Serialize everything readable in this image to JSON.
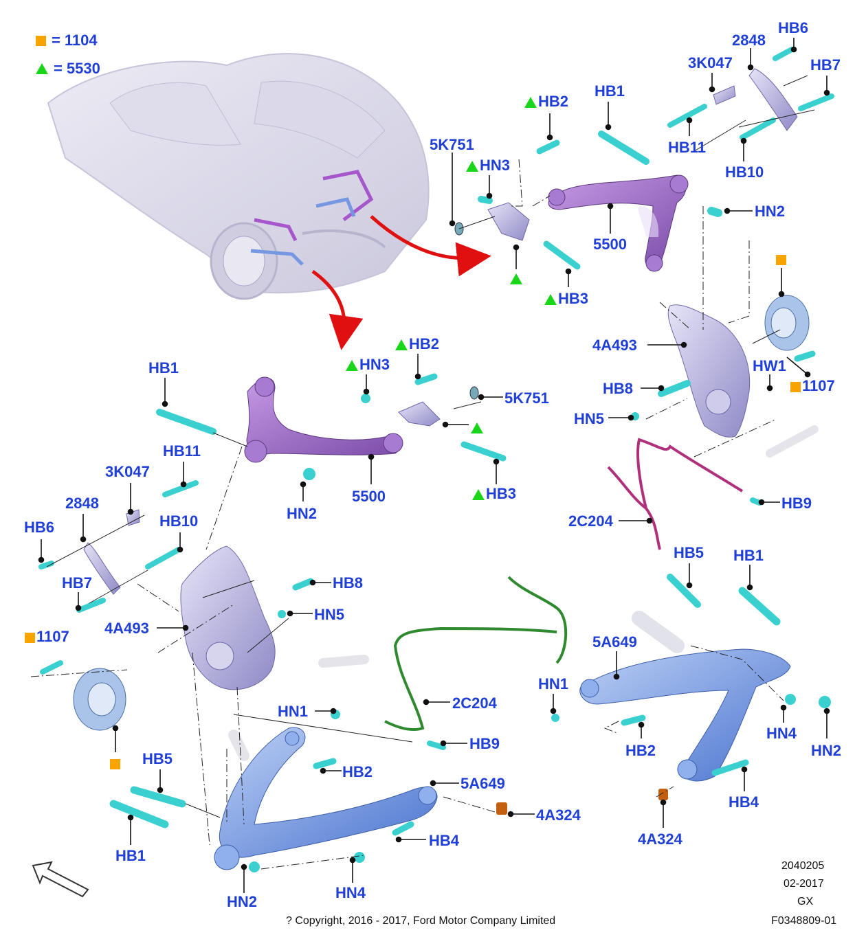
{
  "legend": {
    "square": {
      "symbol": "square",
      "color": "#f7a300",
      "value": "1104"
    },
    "triangle": {
      "symbol": "triangle",
      "color": "#1ad61a",
      "value": "5530"
    },
    "equals": "="
  },
  "colors": {
    "label": "#1f3fd6",
    "leader": "#111111",
    "bolt": "#3ad0cf",
    "purple_arm": "#9b6cc9",
    "lavender_knuckle": "#b7b3e3",
    "blue_arm": "#6e93e0",
    "sensor_magenta": "#b0307c",
    "sensor_green": "#2f8a2f",
    "bushing_orange": "#c2600f",
    "arrow_red": "#e01010"
  },
  "upper_right_group": {
    "hb2": "HB2",
    "hn3": "HN3",
    "5k751": "5K751",
    "hb1": "HB1",
    "5500": "5500",
    "hb3": "HB3",
    "hn2": "HN2",
    "hb6": "HB6",
    "2848": "2848",
    "3k047": "3K047",
    "hb7": "HB7",
    "hb11": "HB11",
    "hb10": "HB10"
  },
  "knuckle_right_group": {
    "4a493": "4A493",
    "hb8": "HB8",
    "hn5": "HN5",
    "hw1": "HW1",
    "1107": "1107",
    "2c204": "2C204",
    "hb9": "HB9"
  },
  "lower_right_group": {
    "hb5": "HB5",
    "hb1": "HB1",
    "5a649": "5A649",
    "hn1": "HN1",
    "hb2": "HB2",
    "hn4": "HN4",
    "hn2": "HN2",
    "hb4": "HB4",
    "4a324": "4A324"
  },
  "left_upper_group": {
    "hb1": "HB1",
    "hb2": "HB2",
    "hn3": "HN3",
    "5k751": "5K751",
    "5500": "5500",
    "hn2": "HN2",
    "hb3": "HB3",
    "hb11": "HB11",
    "3k047": "3K047",
    "2848": "2848",
    "hb6": "HB6",
    "hb10": "HB10",
    "hb7": "HB7"
  },
  "left_lower_group": {
    "hb8": "HB8",
    "hn5": "HN5",
    "4a493": "4A493",
    "1107": "1107",
    "2c204": "2C204",
    "hn1": "HN1",
    "hb9": "HB9",
    "hb2": "HB2",
    "5a649": "5A649",
    "hb5": "HB5",
    "4a324": "4A324",
    "hb4": "HB4",
    "hb1": "HB1",
    "hn2": "HN2",
    "hn4": "HN4"
  },
  "footer": {
    "code": "2040205",
    "date": "02-2017",
    "gx": "GX",
    "ref": "F0348809-01",
    "copyright": "? Copyright, 2016 - 2017, Ford Motor Company Limited"
  }
}
